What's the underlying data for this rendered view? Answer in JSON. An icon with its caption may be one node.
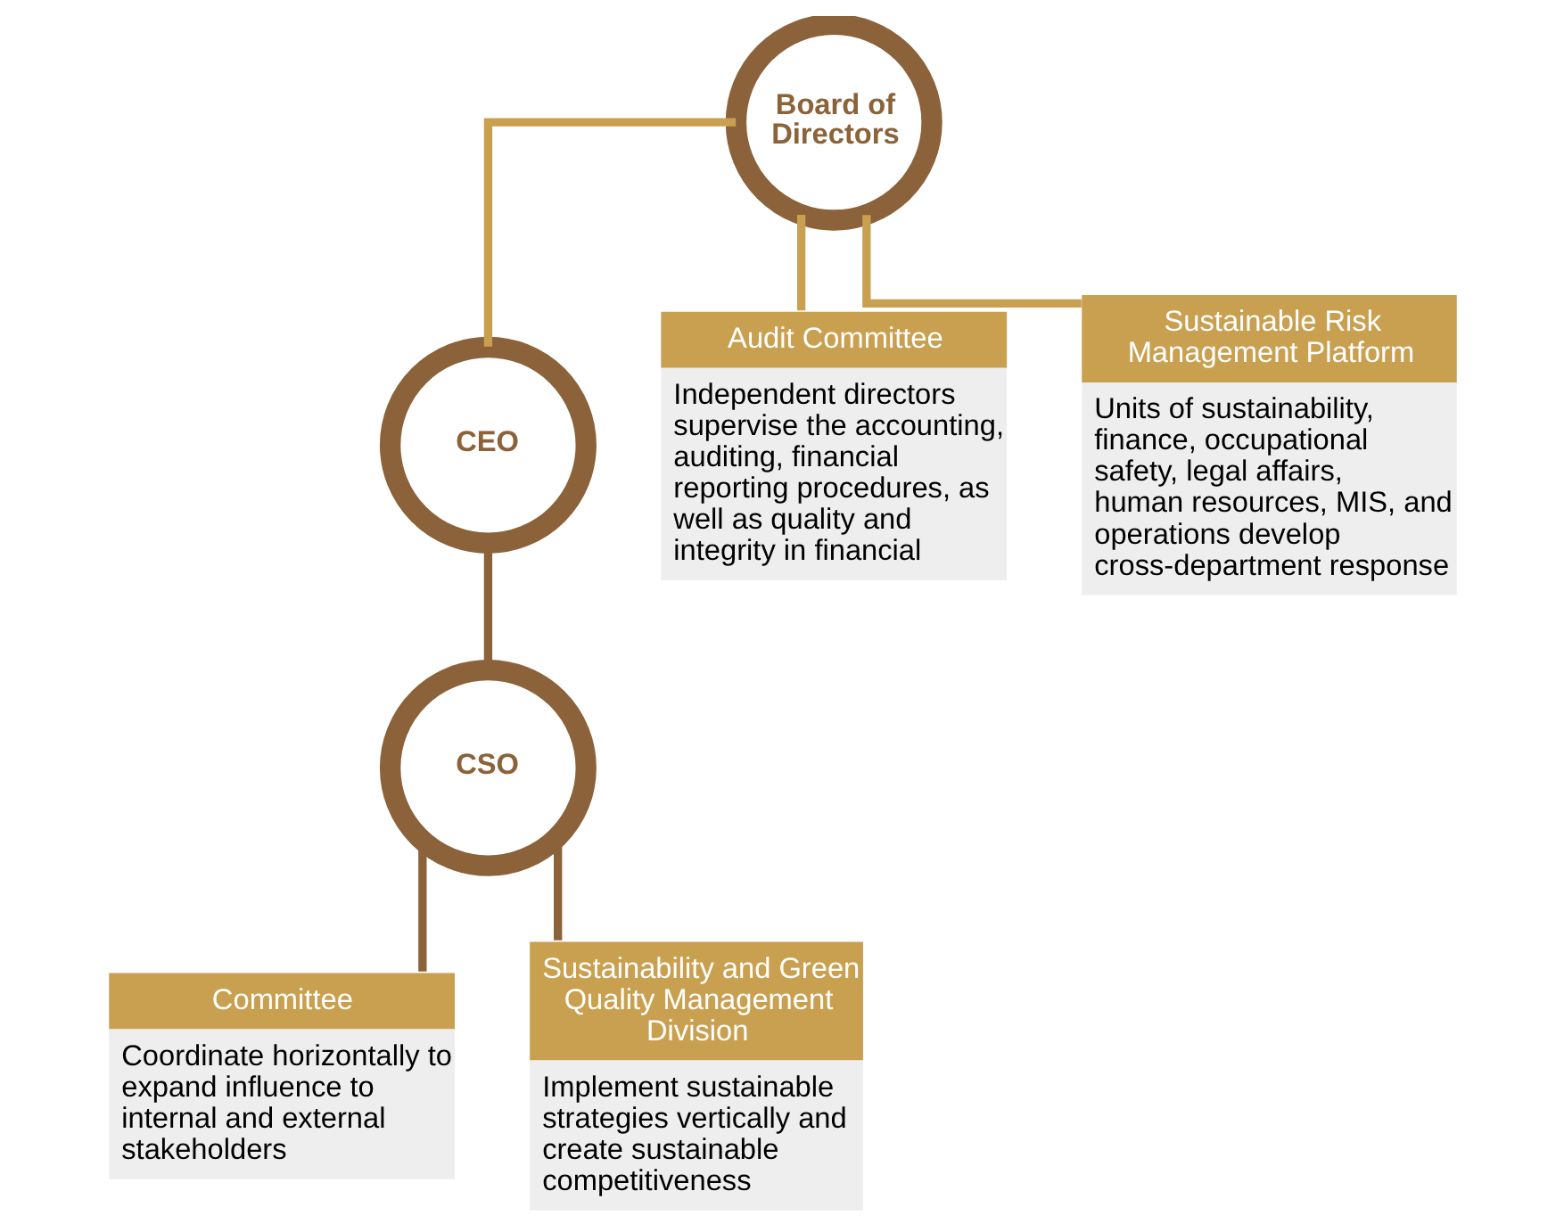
{
  "diagram": {
    "nodes": [
      {
        "text": [
          "Board of Directors"
        ]
      },
      {
        "text": [
          "CEO"
        ]
      },
      {
        "text": [
          "CSO"
        ]
      },
      {
        "text": [
          "Audit Committee",
          "Independent directors supervise the accounting, auditing, financial reporting procedures, as well as quality and integrity in financial"
        ]
      },
      {
        "text": [
          "Sustainable Risk Management Platform",
          "Units of sustainability, finance, occupational safety, legal affairs, human resources, MIS, and operations develop cross-department response"
        ]
      },
      {
        "text": [
          "Committee",
          "Coordinate horizontally to expand influence to internal and external stakeholders"
        ]
      },
      {
        "text": [
          "Sustainability and Green Quality Management Division",
          "Implement sustainable strategies vertically and create sustainable competitiveness"
        ]
      }
    ],
    "edges": [
      {
        "from": 0,
        "to": 1,
        "arrow": "none",
        "color": "#c9a050"
      },
      {
        "from": 0,
        "to": 3,
        "arrow": "none",
        "color": "#c9a050"
      },
      {
        "from": 0,
        "to": 4,
        "arrow": "none",
        "color": "#c9a050"
      },
      {
        "from": 1,
        "to": 2,
        "arrow": "none"
      },
      {
        "from": 2,
        "to": 5,
        "arrow": "none"
      },
      {
        "from": 2,
        "to": 6,
        "arrow": "none"
      }
    ]
  }
}
